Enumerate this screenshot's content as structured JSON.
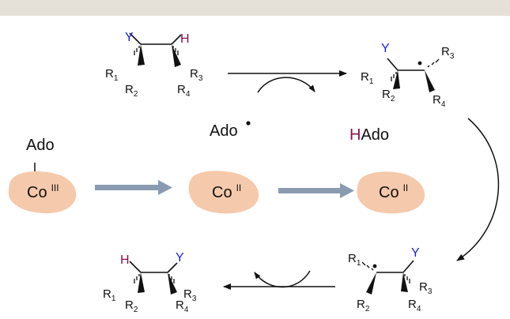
{
  "colors": {
    "top_band": "#e6e1d8",
    "blob": "#f5c9ab",
    "thick_arrow": "#8a9bb1",
    "black": "#111111",
    "y_blue": "#1f1fd6",
    "h_maroon": "#8a1150"
  },
  "labels": {
    "ado": "Ado",
    "ado_radical": "Ado",
    "hado_h": "H",
    "hado_ado": "Ado",
    "co": "Co",
    "ox_iii": "III",
    "ox_ii": "II",
    "Y": "Y",
    "H": "H",
    "R": "R",
    "sub1": "1",
    "sub2": "2",
    "sub3": "3",
    "sub4": "4"
  }
}
